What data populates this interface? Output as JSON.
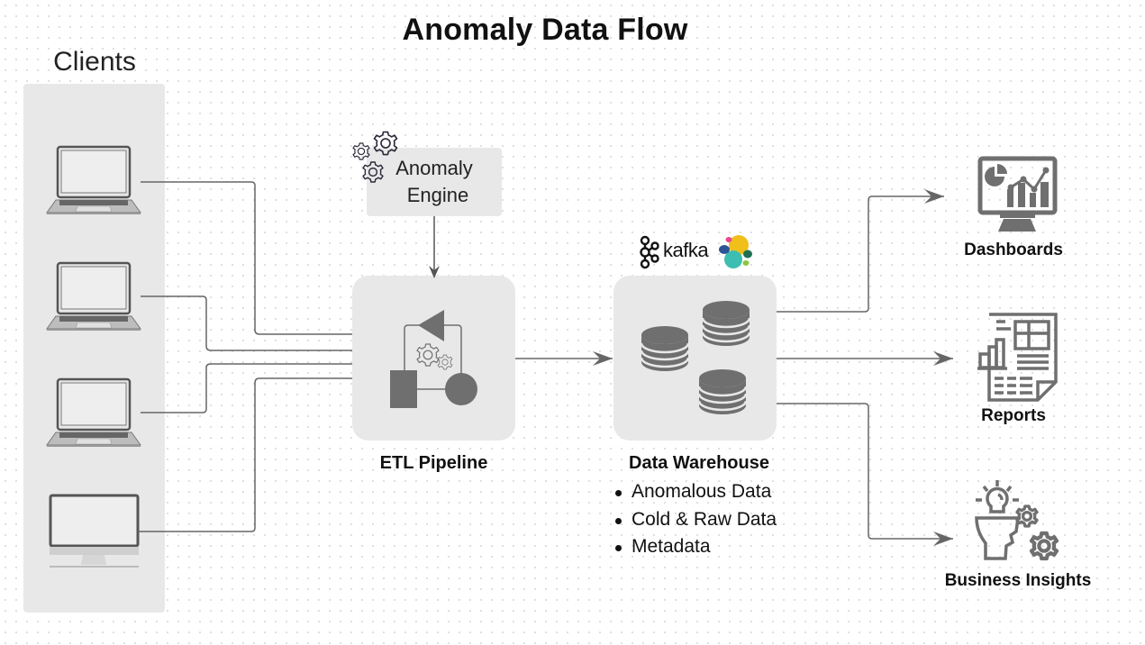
{
  "title": "Anomaly Data Flow",
  "clients": {
    "label": "Clients",
    "devices": [
      {
        "type": "laptop",
        "icon": "laptop-icon"
      },
      {
        "type": "laptop",
        "icon": "laptop-icon"
      },
      {
        "type": "laptop",
        "icon": "laptop-icon"
      },
      {
        "type": "desktop",
        "icon": "desktop-monitor-icon"
      }
    ]
  },
  "anomaly_engine": {
    "line1": "Anomaly",
    "line2": "Engine",
    "icon": "gears-icon"
  },
  "etl": {
    "label": "ETL Pipeline",
    "icon": "workflow-shapes-icon"
  },
  "data_warehouse": {
    "label": "Data Warehouse",
    "icon": "database-stack-icon",
    "logos": [
      "kafka",
      "elastic"
    ],
    "kafka_text": "kafka",
    "items": [
      "Anomalous Data",
      "Cold & Raw Data",
      "Metadata"
    ]
  },
  "outputs": [
    {
      "label": "Dashboards",
      "icon": "dashboard-monitor-icon"
    },
    {
      "label": "Reports",
      "icon": "report-document-icon"
    },
    {
      "label": "Business Insights",
      "icon": "business-insights-icon"
    }
  ],
  "colors": {
    "panel": "#e8e8e8",
    "icon_gray": "#6f6f6f",
    "connector": "#666666",
    "text": "#111111",
    "elastic_yellow": "#F0BF1A",
    "elastic_teal": "#3EBEB0",
    "elastic_pink": "#E9478B",
    "elastic_blue": "#2F5495",
    "elastic_green": "#1F6F54",
    "elastic_lime": "#8CC63F"
  }
}
